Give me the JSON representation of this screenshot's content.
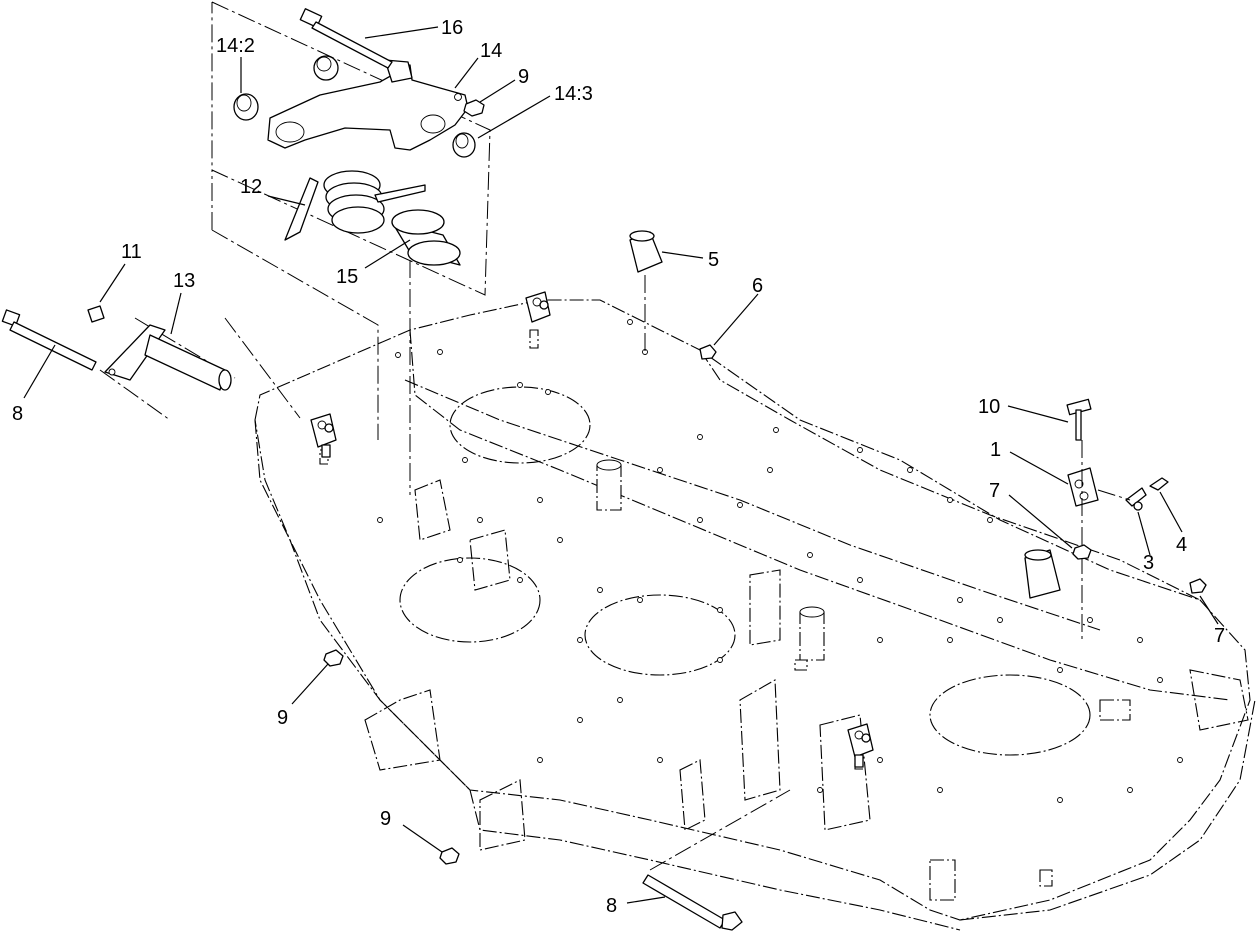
{
  "callouts": [
    {
      "id": "c16",
      "label": "16"
    },
    {
      "id": "c14",
      "label": "14"
    },
    {
      "id": "c14_2",
      "label": "14:2"
    },
    {
      "id": "c9a",
      "label": "9"
    },
    {
      "id": "c14_3",
      "label": "14:3"
    },
    {
      "id": "c12",
      "label": "12"
    },
    {
      "id": "c15",
      "label": "15"
    },
    {
      "id": "c11",
      "label": "11"
    },
    {
      "id": "c13",
      "label": "13"
    },
    {
      "id": "c8a",
      "label": "8"
    },
    {
      "id": "c5",
      "label": "5"
    },
    {
      "id": "c6",
      "label": "6"
    },
    {
      "id": "c10",
      "label": "10"
    },
    {
      "id": "c1",
      "label": "1"
    },
    {
      "id": "c7a",
      "label": "7"
    },
    {
      "id": "c4",
      "label": "4"
    },
    {
      "id": "c3",
      "label": "3"
    },
    {
      "id": "c7b",
      "label": "7"
    },
    {
      "id": "c9b",
      "label": "9"
    },
    {
      "id": "c9c",
      "label": "9"
    },
    {
      "id": "c8b",
      "label": "8"
    }
  ]
}
